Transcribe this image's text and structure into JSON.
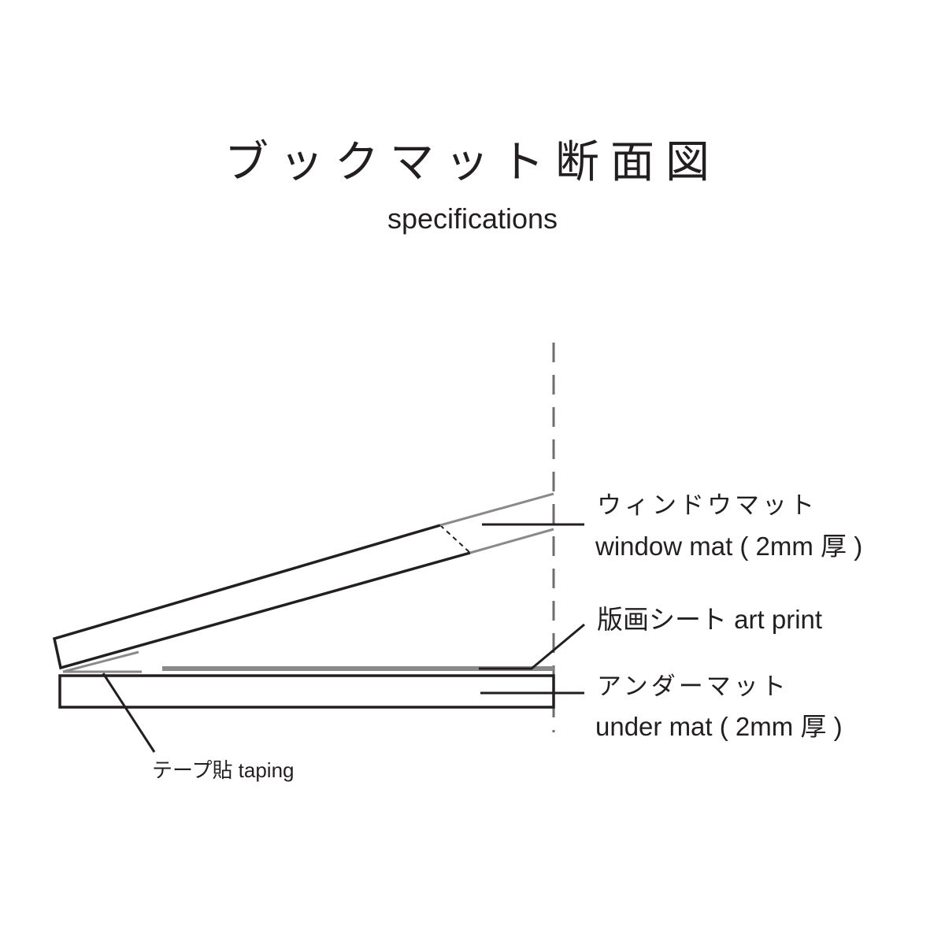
{
  "header": {
    "title": "ブックマット断面図",
    "subtitle": "specifications"
  },
  "labels": {
    "window_mat_jp": "ウィンドウマット",
    "window_mat_en": "window mat ( 2mm 厚 )",
    "art_print": "版画シート  art print",
    "under_mat_jp": "アンダーマット",
    "under_mat_en": "under mat ( 2mm 厚 )",
    "taping": "テープ貼  taping"
  },
  "colors": {
    "line": "#231f20",
    "grey": "#8a8a8a",
    "dash": "#6d6e70"
  }
}
